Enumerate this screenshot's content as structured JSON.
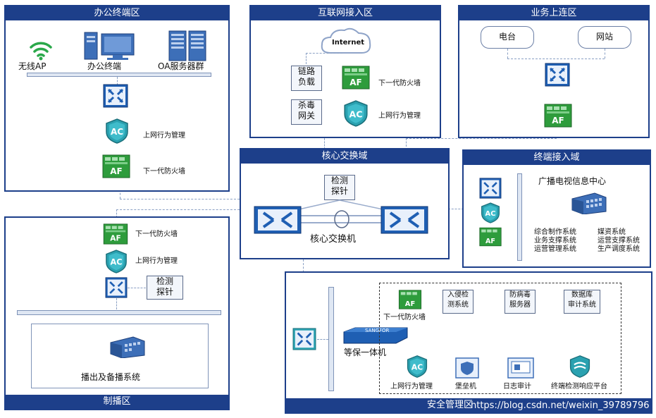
{
  "zones": {
    "office": {
      "title": "办公终端区"
    },
    "internet": {
      "title": "互联网接入区"
    },
    "business": {
      "title": "业务上连区"
    },
    "core": {
      "title": "核心交换域"
    },
    "terminal": {
      "title": "终端接入域"
    },
    "broadcast": {
      "title": "制播区"
    },
    "security": {
      "title": "安全管理区"
    }
  },
  "office": {
    "wifi": "无线AP",
    "pc": "办公终端",
    "server": "OA服务器群",
    "ac_label": "上网行为管理",
    "af_label": "下一代防火墙"
  },
  "internet": {
    "cloud": "Internet",
    "lb": "链路\n负载",
    "av": "杀毒\n网关",
    "af_label": "下一代防火墙",
    "ac_label": "上网行为管理"
  },
  "business": {
    "tv": "电台",
    "web": "网站"
  },
  "core": {
    "probe": "检测\n探针",
    "label": "核心交换机"
  },
  "terminal": {
    "center": "广播电视信息中心",
    "systems": [
      "综合制作系统",
      "媒资系统",
      "业务支撑系统",
      "运营支撑系统",
      "运营管理系统",
      "生产调度系统"
    ]
  },
  "broadcast": {
    "af_label": "下一代防火墙",
    "ac_label": "上网行为管理",
    "probe": "检测\n探针",
    "system": "播出及备播系统"
  },
  "security": {
    "appliance": "等保一体机",
    "brand": "SANGFOR",
    "af_label": "下一代防火墙",
    "ids": "入侵检\n测系统",
    "avs": "防病毒\n服务器",
    "db": "数据库\n审计系统",
    "ac_label": "上网行为管理",
    "bastion": "堡垒机",
    "log": "日志审计",
    "edr": "终端检测响应平台"
  },
  "icons": {
    "af": "AF",
    "ac": "AC"
  },
  "watermark": "https://blog.csdn.net/weixin_39789796",
  "colors": {
    "zone": "#1d3f8a",
    "af_green": "#2e9c3c",
    "ac_teal": "#2aa1b0",
    "switch_blue": "#1f5fb3"
  }
}
